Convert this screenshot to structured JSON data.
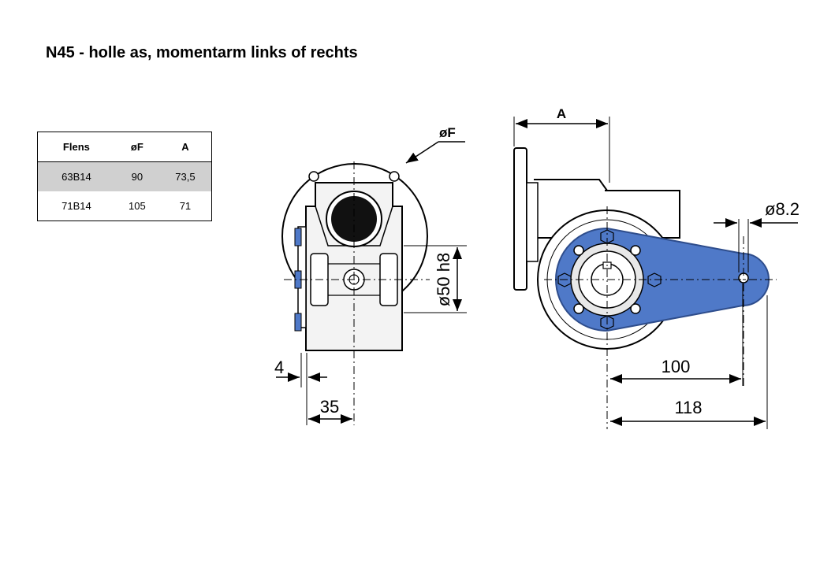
{
  "title": "N45 - holle as, momentarm links of rechts",
  "table": {
    "headers": [
      "Flens",
      "øF",
      "A"
    ],
    "rows": [
      [
        "63B14",
        "90",
        "73,5"
      ],
      [
        "71B14",
        "105",
        "71"
      ]
    ]
  },
  "drawing": {
    "label_F": "øF",
    "label_A": "A",
    "label_shaft": "ø50 h8",
    "label_hole": "ø8.2",
    "label_4": "4",
    "label_35": "35",
    "label_100": "100",
    "label_118": "118"
  },
  "colors": {
    "arm_blue": "#4f79c8",
    "arm_dark": "#2e4d8c",
    "body_grey": "#f2f2f2"
  }
}
